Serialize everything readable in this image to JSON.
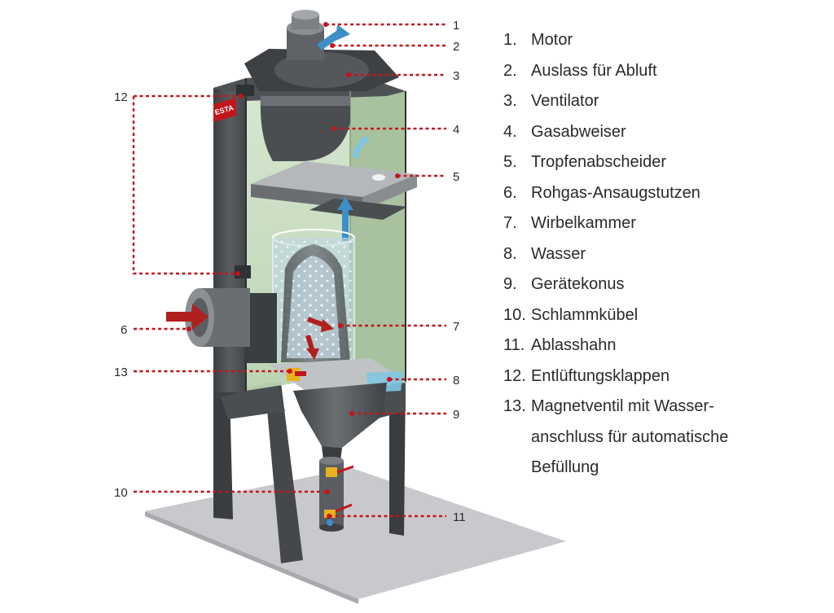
{
  "diagram": {
    "brand_label": "ESTA",
    "callout_numbers": [
      "1",
      "2",
      "3",
      "4",
      "5",
      "6",
      "7",
      "8",
      "9",
      "10",
      "11",
      "12",
      "13"
    ]
  },
  "legend": {
    "items": [
      {
        "number": "1.",
        "text": "Motor"
      },
      {
        "number": "2.",
        "text": "Auslass für Abluft"
      },
      {
        "number": "3.",
        "text": "Ventilator"
      },
      {
        "number": "4.",
        "text": "Gasabweiser"
      },
      {
        "number": "5.",
        "text": "Tropfenabscheider"
      },
      {
        "number": "6.",
        "text": "Rohgas-Ansaugstutzen"
      },
      {
        "number": "7.",
        "text": "Wirbelkammer"
      },
      {
        "number": "8.",
        "text": "Wasser"
      },
      {
        "number": "9.",
        "text": "Gerätekonus"
      },
      {
        "number": "10.",
        "text": "Schlammkübel"
      },
      {
        "number": "11.",
        "text": "Ablasshahn"
      },
      {
        "number": "12.",
        "text": "Entlüftungsklappen"
      },
      {
        "number": "13.",
        "text": "Magnetventil mit Wasser-\nanschluss für automatische\nBefüllung"
      }
    ]
  },
  "colors": {
    "housing": "#55595d",
    "housing_dark": "#3a3d40",
    "glass": "#cfe2c8",
    "leader": "#c0161c",
    "air_arrow": "#3d8fc8",
    "gas_arrow": "#b0201c",
    "water": "#7fc7e0",
    "floor": "#c9c9cd"
  }
}
